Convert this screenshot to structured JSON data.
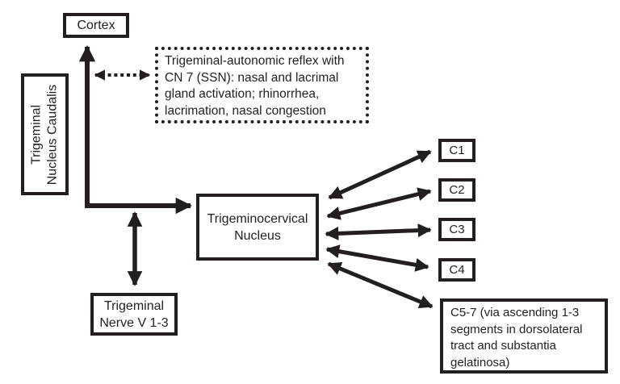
{
  "diagram": {
    "colors": {
      "ink": "#231f20",
      "background": "#ffffff"
    },
    "nodes": {
      "cortex": {
        "label": "Cortex"
      },
      "trigeminal_nucleus_caudalis": {
        "label": "Trigeminal\nNucleus Caudalis"
      },
      "autonomic_reflex_note": {
        "label": "Trigeminal-autonomic reflex with\nCN 7 (SSN): nasal and lacrimal\ngland activation; rhinorrhea,\nlacrimation, nasal congestion"
      },
      "trigeminocervical_nucleus": {
        "label": "Trigeminocervical\nNucleus"
      },
      "trigeminal_nerve": {
        "label": "Trigeminal\nNerve V 1-3"
      },
      "c1": {
        "label": "C1"
      },
      "c2": {
        "label": "C2"
      },
      "c3": {
        "label": "C3"
      },
      "c4": {
        "label": "C4"
      },
      "c5_7": {
        "label": "C5-7 (via ascending 1-3\nsegments in dorsolateral\ntract and substantia\ngelatinosa)"
      }
    },
    "edges": [
      {
        "from": "trigeminocervical_nucleus",
        "to": "cortex",
        "style": "solid",
        "direction": "one-way",
        "shape": "elbow"
      },
      {
        "from": "ascending_trunk",
        "to": "autonomic_reflex_note",
        "style": "dotted",
        "direction": "two-way"
      },
      {
        "from": "trigeminal_nerve",
        "to": "ascending_trunk",
        "style": "solid",
        "direction": "two-way"
      },
      {
        "from": "trigeminocervical_nucleus",
        "to": "c1",
        "style": "solid",
        "direction": "two-way"
      },
      {
        "from": "trigeminocervical_nucleus",
        "to": "c2",
        "style": "solid",
        "direction": "two-way"
      },
      {
        "from": "trigeminocervical_nucleus",
        "to": "c3",
        "style": "solid",
        "direction": "two-way"
      },
      {
        "from": "trigeminocervical_nucleus",
        "to": "c4",
        "style": "solid",
        "direction": "two-way"
      },
      {
        "from": "trigeminocervical_nucleus",
        "to": "c5_7",
        "style": "solid",
        "direction": "two-way"
      }
    ]
  }
}
